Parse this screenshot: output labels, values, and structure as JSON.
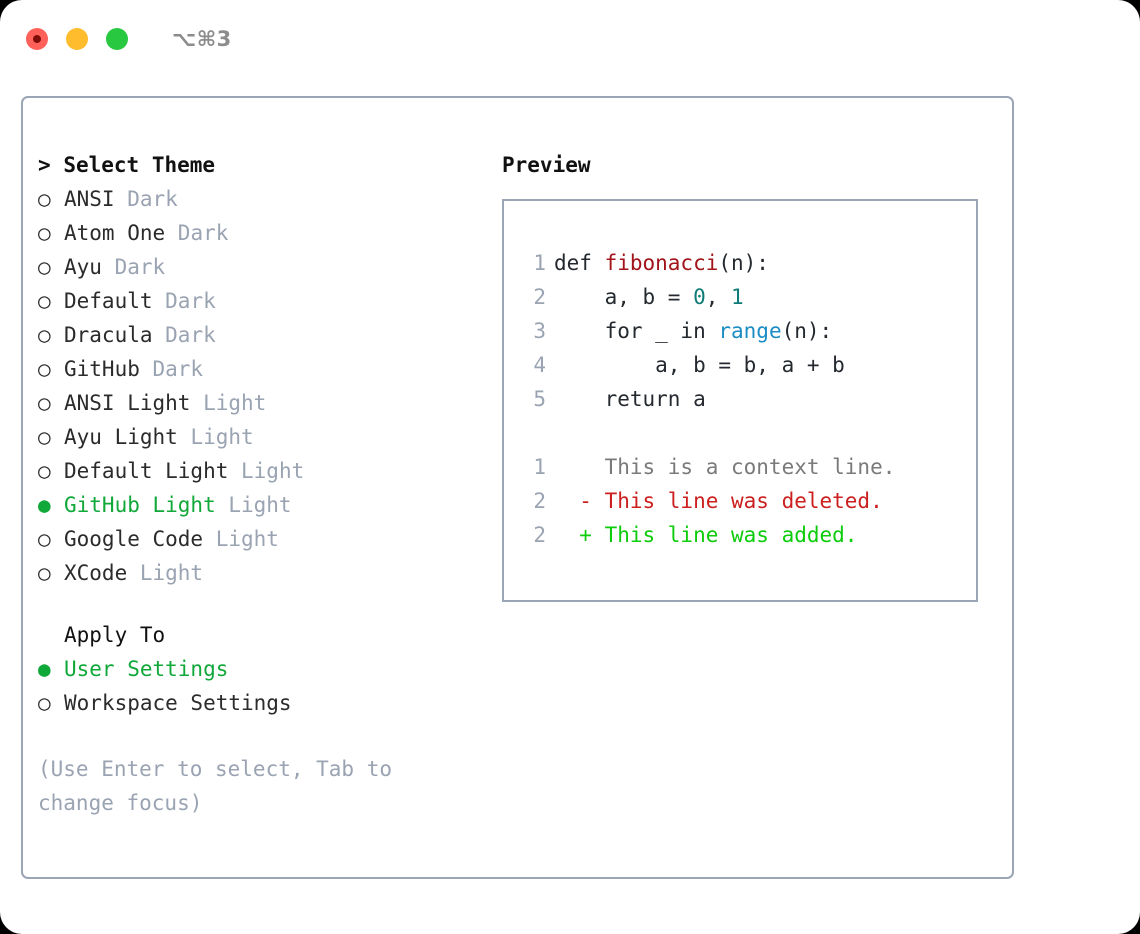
{
  "titlebar": {
    "shortcut": "⌥⌘3",
    "buttons": [
      {
        "name": "close",
        "color": "#ff6059"
      },
      {
        "name": "minimize",
        "color": "#ffbd2e"
      },
      {
        "name": "maximize",
        "color": "#28c840"
      }
    ]
  },
  "theme_picker": {
    "header_caret": ">",
    "header": "Select Theme",
    "marker_unselected": "○",
    "marker_selected": "●",
    "items": [
      {
        "label": "ANSI",
        "kind": "Dark",
        "selected": false
      },
      {
        "label": "Atom One",
        "kind": "Dark",
        "selected": false
      },
      {
        "label": "Ayu",
        "kind": "Dark",
        "selected": false
      },
      {
        "label": "Default",
        "kind": "Dark",
        "selected": false
      },
      {
        "label": "Dracula",
        "kind": "Dark",
        "selected": false
      },
      {
        "label": "GitHub",
        "kind": "Dark",
        "selected": false
      },
      {
        "label": "ANSI Light",
        "kind": "Light",
        "selected": false
      },
      {
        "label": "Ayu Light",
        "kind": "Light",
        "selected": false
      },
      {
        "label": "Default Light",
        "kind": "Light",
        "selected": false
      },
      {
        "label": "GitHub Light",
        "kind": "Light",
        "selected": true
      },
      {
        "label": "Google Code",
        "kind": "Light",
        "selected": false
      },
      {
        "label": "XCode",
        "kind": "Light",
        "selected": false
      }
    ]
  },
  "apply_to": {
    "header": "Apply To",
    "items": [
      {
        "label": "User Settings",
        "selected": true
      },
      {
        "label": "Workspace Settings",
        "selected": false
      }
    ]
  },
  "hint": "(Use Enter to select, Tab to change focus)",
  "preview": {
    "title": "Preview",
    "code_lines": [
      {
        "num": "1",
        "tokens": [
          {
            "t": "def ",
            "c": "plain"
          },
          {
            "t": "fibonacci",
            "c": "fn"
          },
          {
            "t": "(n):",
            "c": "plain"
          }
        ]
      },
      {
        "num": "2",
        "tokens": [
          {
            "t": "    a, b = ",
            "c": "plain"
          },
          {
            "t": "0",
            "c": "num"
          },
          {
            "t": ", ",
            "c": "plain"
          },
          {
            "t": "1",
            "c": "num"
          }
        ]
      },
      {
        "num": "3",
        "tokens": [
          {
            "t": "    for _ in ",
            "c": "plain"
          },
          {
            "t": "range",
            "c": "builtin"
          },
          {
            "t": "(n):",
            "c": "plain"
          }
        ]
      },
      {
        "num": "4",
        "tokens": [
          {
            "t": "        a, b = b, a + b",
            "c": "plain"
          }
        ]
      },
      {
        "num": "5",
        "tokens": [
          {
            "t": "    return a",
            "c": "plain"
          }
        ]
      }
    ],
    "diff_lines": [
      {
        "num": "1",
        "sign": " ",
        "text": "This is a context line.",
        "kind": "context"
      },
      {
        "num": "2",
        "sign": "-",
        "text": "This line was deleted.",
        "kind": "del"
      },
      {
        "num": "2",
        "sign": "+",
        "text": "This line was added.",
        "kind": "add"
      }
    ]
  },
  "colors": {
    "accent_green": "#11a83a",
    "muted": "#9aa3b2",
    "border": "#9aa5b5",
    "diff_add": "#0ccc0c",
    "diff_del": "#cc2020",
    "code_fn": "#a0141a",
    "code_num": "#0f7b77",
    "code_builtin": "#1b8cc4"
  }
}
